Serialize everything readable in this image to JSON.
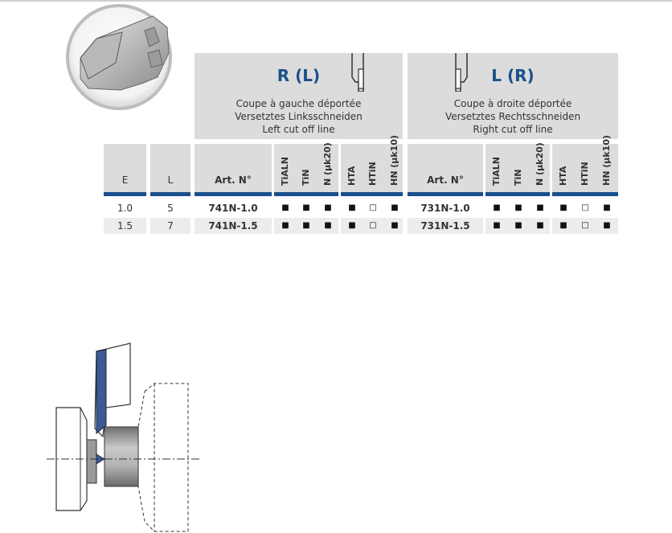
{
  "left_variant": {
    "title": "R (L)",
    "lines": [
      "Coupe à gauche déportée",
      "Versetztes Linksschneiden",
      "Left cut off line"
    ]
  },
  "right_variant": {
    "title": "L (R)",
    "lines": [
      "Coupe à droite déportée",
      "Versetztes Rechtsschneiden",
      "Right cut off line"
    ]
  },
  "columns": {
    "e": "E",
    "l": "L",
    "art": "Art. N°",
    "coatings": [
      "TiALN",
      "TiN",
      "N (µk20)",
      "HTA",
      "HTiN",
      "HN (µk10)"
    ]
  },
  "rows": [
    {
      "e": "1.0",
      "l": "5",
      "left_art": "741N-1.0",
      "right_art": "731N-1.0",
      "left_marks": [
        "■",
        "■",
        "■",
        "■",
        "□",
        "■"
      ],
      "right_marks": [
        "■",
        "■",
        "■",
        "■",
        "□",
        "■"
      ]
    },
    {
      "e": "1.5",
      "l": "7",
      "left_art": "741N-1.5",
      "right_art": "731N-1.5",
      "left_marks": [
        "■",
        "■",
        "■",
        "■",
        "□",
        "■"
      ],
      "right_marks": [
        "■",
        "■",
        "■",
        "■",
        "□",
        "■"
      ]
    }
  ],
  "colors": {
    "accent": "#1a4f8c",
    "header_gray": "#dcdcdc",
    "row_light": "#ececec"
  }
}
